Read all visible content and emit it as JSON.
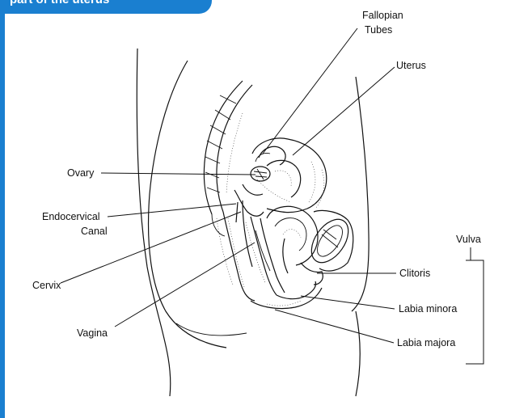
{
  "header": {
    "text": "part of the uterus"
  },
  "labels": {
    "fallopian_tubes_line1": "Fallopian",
    "fallopian_tubes_line2": "Tubes",
    "uterus": "Uterus",
    "ovary": "Ovary",
    "endocervical_line1": "Endocervical",
    "endocervical_line2": "Canal",
    "cervix": "Cervix",
    "vagina": "Vagina",
    "vulva": "Vulva",
    "clitoris": "Clitoris",
    "labia_minora": "Labia minora",
    "labia_majora": "Labia majora"
  },
  "colors": {
    "accent": "#1a7fd0"
  }
}
